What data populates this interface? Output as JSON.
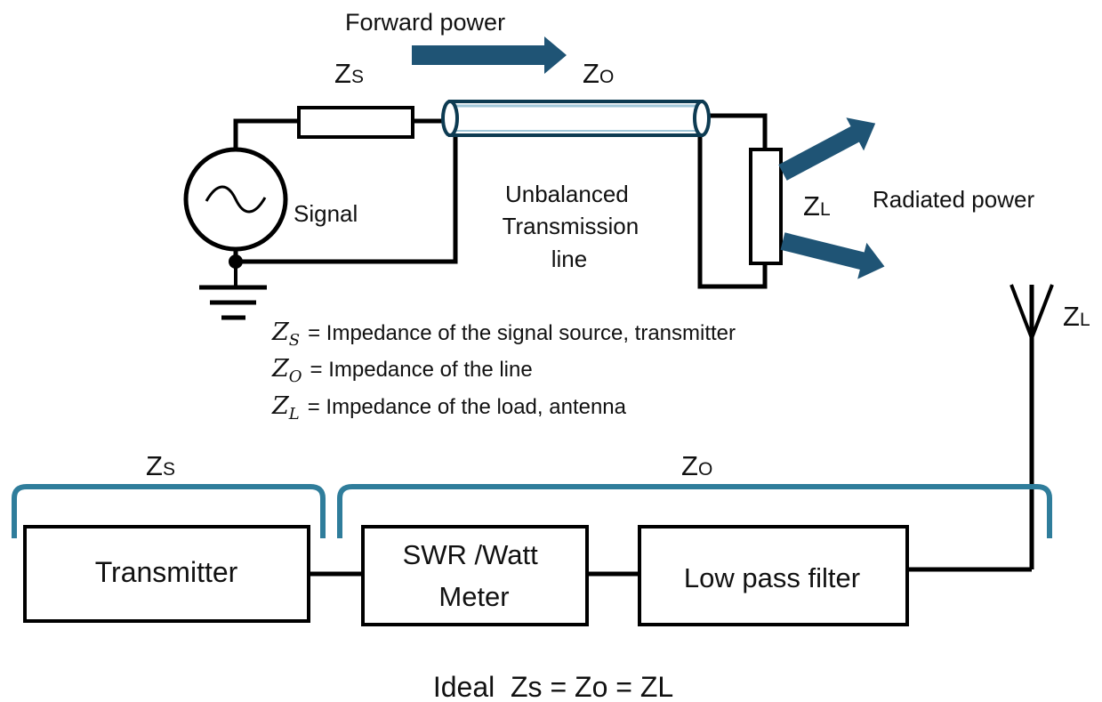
{
  "colors": {
    "arrow": "#1f5475",
    "brace": "#2f7d9b",
    "line": "#000000",
    "text": "#111111"
  },
  "top": {
    "forward_power": "Forward power",
    "zs_label": {
      "main": "Z",
      "sub": "S"
    },
    "zo_label": {
      "main": "Z",
      "sub": "O"
    },
    "zl_label": {
      "main": "Z",
      "sub": "L"
    },
    "signal_label": "Signal",
    "line_label": [
      "Unbalanced",
      "Transmission",
      "line"
    ],
    "radiated_power": "Radiated power"
  },
  "legend": [
    {
      "symbol": "Z",
      "sub": "S",
      "text": "= Impedance of the signal source, transmitter"
    },
    {
      "symbol": "Z",
      "sub": "O",
      "text": "= Impedance of the line"
    },
    {
      "symbol": "Z",
      "sub": "L",
      "text": "= Impedance of the load, antenna"
    }
  ],
  "bottom": {
    "zs_label": {
      "main": "Z",
      "sub": "S"
    },
    "zo_label": {
      "main": "Z",
      "sub": "O"
    },
    "antenna_label": {
      "main": "Z",
      "sub": "L"
    },
    "blocks": {
      "transmitter": "Transmitter",
      "swr_meter": [
        "SWR /Watt",
        "Meter"
      ],
      "low_pass_filter": "Low pass filter"
    },
    "ideal_equation": "Ideal  Zs = Zo = ZL"
  }
}
